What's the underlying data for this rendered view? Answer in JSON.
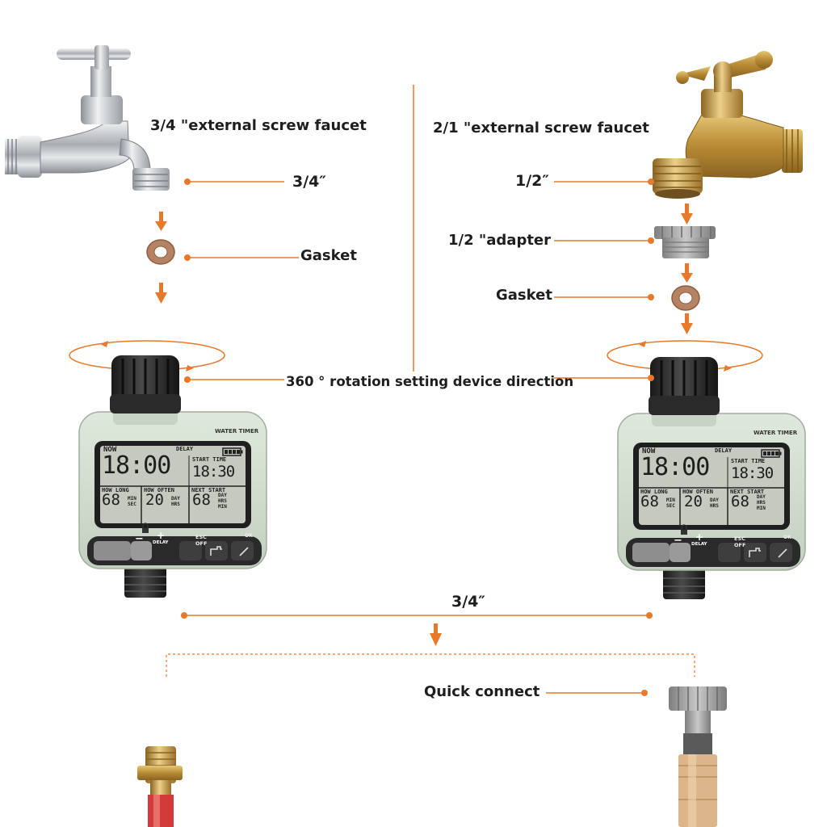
{
  "colors": {
    "accent": "#e8782a",
    "text": "#1e1e1e",
    "timer_body": "#d4dfd2",
    "timer_dark": "#262626",
    "lcd_bg": "#c6c9bf",
    "silver": "#b8bcc0",
    "brass": "#c49a45",
    "gasket": "#b58363",
    "adapter_gray": "#9a9a9a",
    "hose_red": "#d33a3a"
  },
  "left": {
    "faucet_title": "3/4 \"external screw faucet",
    "thread_size": "3/4″",
    "gasket_label": "Gasket"
  },
  "right": {
    "faucet_title": "2/1 \"external screw faucet",
    "thread_size": "1/2″",
    "adapter_label": "1/2 \"adapter",
    "gasket_label": "Gasket"
  },
  "rotation_label": "360 ° rotation setting device direction",
  "outlet_size": "3/4″",
  "quick_connect_label": "Quick connect",
  "timer": {
    "brand": "WATER TIMER",
    "now": "NOW",
    "delay": "DELAY",
    "clock": "18:00",
    "start_time_label": "START TIME",
    "start_time": "18:30",
    "how_long_label": "HOW LONG",
    "how_long_value": "68",
    "how_long_unit_1": "MIN",
    "how_long_unit_2": "SEC",
    "how_often_label": "HOW OFTEN",
    "how_often_value": "20",
    "how_often_unit_1": "DAY",
    "how_often_unit_2": "HRS",
    "next_start_label": "NEXT START",
    "next_start_value": "68",
    "next_start_unit_1": "DAY",
    "next_start_unit_2": "HRS",
    "next_start_unit_3": "MIN",
    "btn_minus": "−",
    "btn_plus": "+",
    "btn_plus_sub": "DELAY",
    "btn_esc": "ESC",
    "btn_esc_sub": "OFF",
    "btn_ok": "OK"
  }
}
